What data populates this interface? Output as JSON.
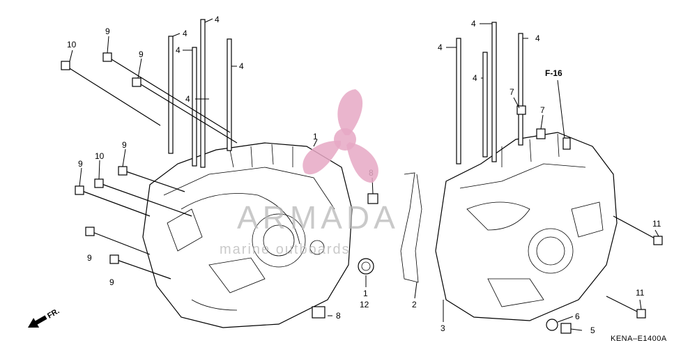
{
  "callouts": {
    "c1": "1",
    "c2": "2",
    "c3": "3",
    "c4a": "4",
    "c4b": "4",
    "c4c": "4",
    "c4d": "4",
    "c4e": "4",
    "c4f": "4",
    "c4g": "4",
    "c4h": "4",
    "c4i": "4",
    "c5": "5",
    "c6": "6",
    "c7a": "7",
    "c7b": "7",
    "c8a": "8",
    "c8b": "8",
    "c9a": "9",
    "c9b": "9",
    "c9c": "9",
    "c9d": "9",
    "c9e": "9",
    "c9f": "9",
    "c10a": "10",
    "c10b": "10",
    "c11a": "11",
    "c11b": "11",
    "c12": "12"
  },
  "reference": "F-16",
  "front_marker": "FR.",
  "diagram_code": "KENA–E1400A",
  "watermark": {
    "brand": "ARMADA",
    "tagline": "marine outboards",
    "logo_color": "#e6a8c4"
  }
}
